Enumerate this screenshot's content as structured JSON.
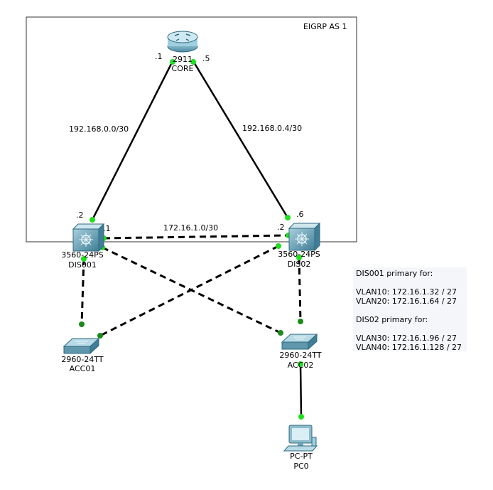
{
  "area": {
    "label": "EIGRP AS 1"
  },
  "devices": {
    "core": {
      "model": "2911",
      "name": "CORE",
      "icon": "router-icon"
    },
    "dis001": {
      "model": "3560-24PS",
      "name": "DIS001",
      "icon": "multilayer-switch-icon"
    },
    "dis02": {
      "model": "3560-24PS",
      "name": "DIS02",
      "icon": "multilayer-switch-icon"
    },
    "acc01": {
      "model": "2960-24TT",
      "name": "ACC01",
      "icon": "switch-icon"
    },
    "acc02": {
      "model": "2960-24TT",
      "name": "ACC02",
      "icon": "switch-icon"
    },
    "pc0": {
      "model": "PC-PT",
      "name": "PC0",
      "icon": "pc-icon"
    }
  },
  "links": {
    "core_dis001": {
      "subnet": "192.168.0.0/30",
      "a_ip": ".1",
      "b_ip": ".2"
    },
    "core_dis02": {
      "subnet": "192.168.0.4/30",
      "a_ip": ".5",
      "b_ip": ".6"
    },
    "dis001_dis02": {
      "subnet": "172.16.1.0/30",
      "a_ip": ".1",
      "b_ip": ".2"
    }
  },
  "note": {
    "dis001_heading": "DIS001 primary for:",
    "dis001_vlans": [
      "VLAN10: 172.16.1.32 / 27",
      "VLAN20: 172.16.1.64 / 27"
    ],
    "dis02_heading": "DIS02 primary for:",
    "dis02_vlans": [
      "VLAN30: 172.16.1.96 / 27",
      "VLAN40: 172.16.1.128 / 27"
    ]
  },
  "colors": {
    "link_up": "#1fe01f",
    "link_dot_dark": "#1a8a1a",
    "device_body": "#6fa3b8"
  }
}
